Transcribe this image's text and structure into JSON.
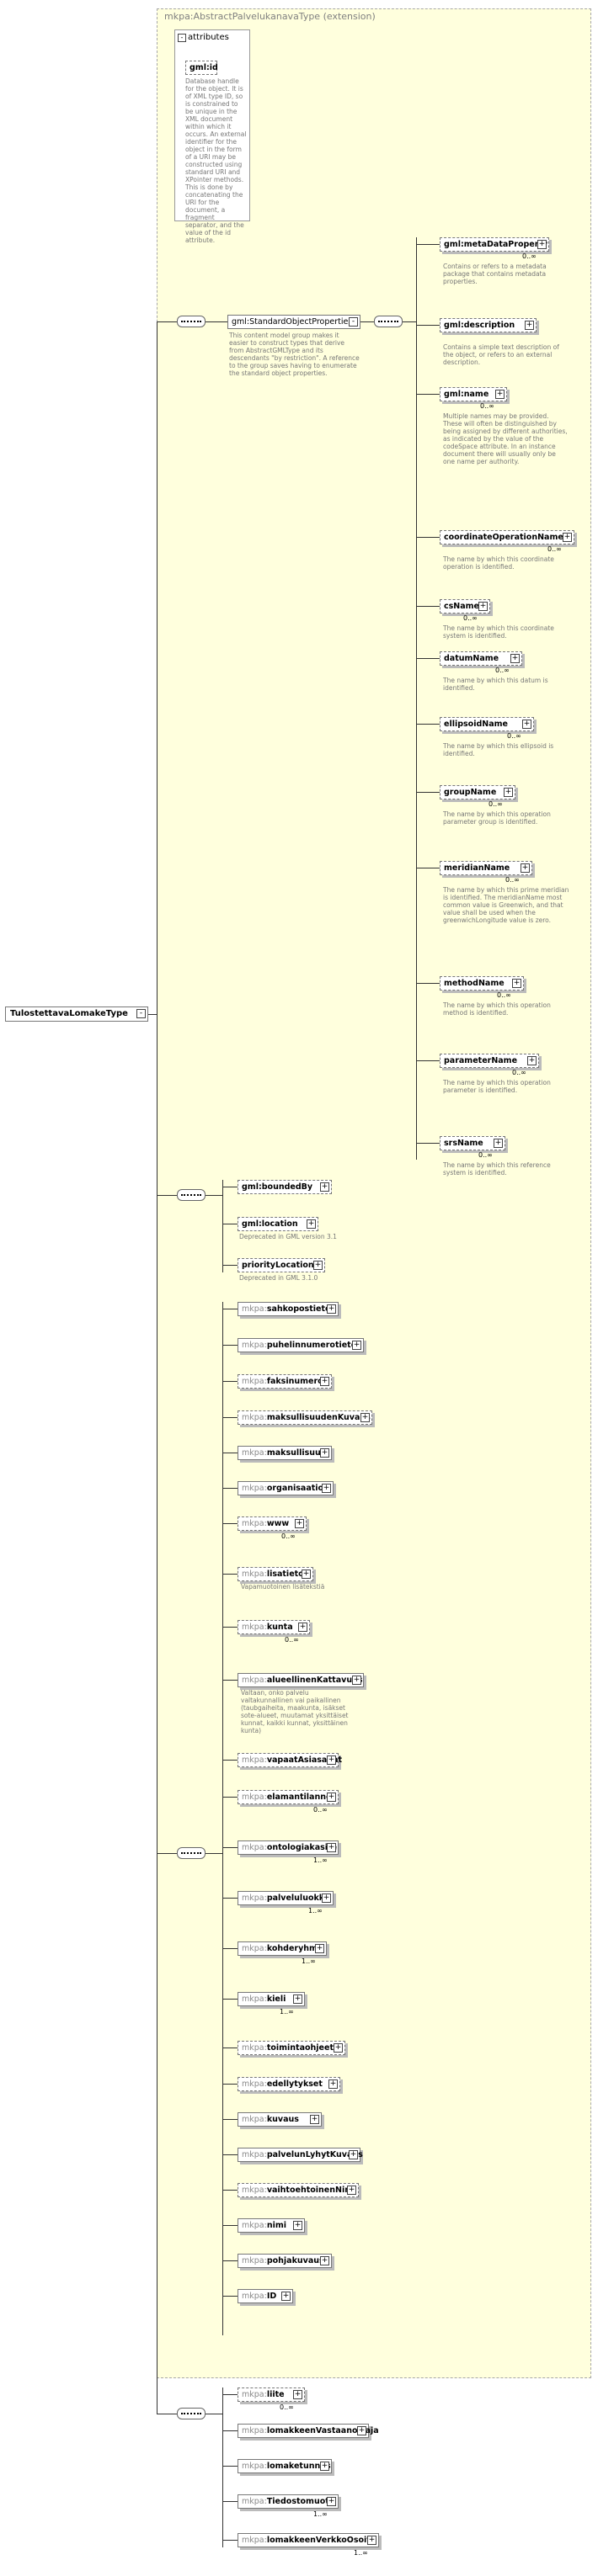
{
  "root": {
    "label": "TulostettavaLomakeType"
  },
  "frame": {
    "title": "mkpa:AbstractPalvelukanavaType (extension)"
  },
  "attributes": {
    "title": "attributes",
    "gml_id": {
      "label": "gml:id",
      "desc": "Database handle for the object. It is of XML type ID, so is constrained to be unique in the XML document within which it occurs. An external identifier for the object in the form of a URI may be constructed using standard URI and XPointer methods. This is done by concatenating the URI for the document, a fragment separator, and the value of the id attribute."
    }
  },
  "std": {
    "label": "gml:StandardObjectProperties",
    "desc": "This content model group makes it easier to construct types that derive from AbstractGMLType and its descendants \"by restriction\". A reference to the group saves having to enumerate the standard object properties."
  },
  "std_items": [
    {
      "label": "gml:metaDataProperty",
      "card": "0..∞",
      "desc": "Contains or refers to a metadata package that contains metadata properties."
    },
    {
      "label": "gml:description",
      "card": "",
      "desc": "Contains a simple text description of the object, or refers to an external description."
    },
    {
      "label": "gml:name",
      "card": "0..∞",
      "desc": "Multiple names may be provided. These will often be distinguished by being assigned by different authorities, as indicated by the value of the codeSpace attribute. In an instance document there will usually only be one name per authority."
    },
    {
      "label": "coordinateOperationName",
      "card": "0..∞",
      "desc": "The name by which this coordinate operation is identified."
    },
    {
      "label": "csName",
      "card": "0..∞",
      "desc": "The name by which this coordinate system is identified."
    },
    {
      "label": "datumName",
      "card": "0..∞",
      "desc": "The name by which this datum is identified."
    },
    {
      "label": "ellipsoidName",
      "card": "0..∞",
      "desc": "The name by which this ellipsoid is identified."
    },
    {
      "label": "groupName",
      "card": "0..∞",
      "desc": "The name by which this operation parameter group is identified."
    },
    {
      "label": "meridianName",
      "card": "0..∞",
      "desc": "The name by which this prime meridian is identified. The meridianName most common value is Greenwich, and that value shall be used when the greenwichLongitude value is zero."
    },
    {
      "label": "methodName",
      "card": "0..∞",
      "desc": "The name by which this operation method is identified."
    },
    {
      "label": "parameterName",
      "card": "0..∞",
      "desc": "The name by which this operation parameter is identified."
    },
    {
      "label": "srsName",
      "card": "0..∞",
      "desc": "The name by which this reference system is identified."
    }
  ],
  "bounded": [
    {
      "label": "gml:boundedBy",
      "desc": ""
    },
    {
      "label": "gml:location",
      "desc": "Deprecated in GML version 3.1"
    },
    {
      "label": "priorityLocation",
      "desc": "Deprecated in GML 3.1.0"
    }
  ],
  "mkpa": [
    {
      "ns": "mkpa:",
      "label": "sahkopostieto",
      "card": "",
      "desc": ""
    },
    {
      "ns": "mkpa:",
      "label": "puhelinnumerotieto",
      "card": "",
      "desc": ""
    },
    {
      "ns": "mkpa:",
      "label": "faksinumero",
      "card": "",
      "desc": ""
    },
    {
      "ns": "mkpa:",
      "label": "maksullisuudenKuvaus",
      "card": "",
      "desc": ""
    },
    {
      "ns": "mkpa:",
      "label": "maksullisuus",
      "card": "",
      "desc": ""
    },
    {
      "ns": "mkpa:",
      "label": "organisaatio",
      "card": "",
      "desc": ""
    },
    {
      "ns": "mkpa:",
      "label": "www",
      "card": "0..∞",
      "desc": ""
    },
    {
      "ns": "mkpa:",
      "label": "lisatieto",
      "card": "",
      "desc": "Vapamuotoinen lisätekstiä"
    },
    {
      "ns": "mkpa:",
      "label": "kunta",
      "card": "0..∞",
      "desc": ""
    },
    {
      "ns": "mkpa:",
      "label": "alueellinenKattavuus",
      "card": "",
      "desc": "Valtaan, onko palvelu valtakunnallinen vai paikallinen (taubgaiheita, maakunta, isäkset sote-alueet, muutamat yksittäiset kunnat, kaikki kunnat, yksittäinen kunta)"
    },
    {
      "ns": "mkpa:",
      "label": "vapaatAsiasanat",
      "card": "",
      "desc": ""
    },
    {
      "ns": "mkpa:",
      "label": "elamantilanne",
      "card": "0..∞",
      "desc": ""
    },
    {
      "ns": "mkpa:",
      "label": "ontologiakasite",
      "card": "1..∞",
      "desc": ""
    },
    {
      "ns": "mkpa:",
      "label": "palveluluokka",
      "card": "1..∞",
      "desc": ""
    },
    {
      "ns": "mkpa:",
      "label": "kohderyhma",
      "card": "1..∞",
      "desc": ""
    },
    {
      "ns": "mkpa:",
      "label": "kieli",
      "card": "1..∞",
      "desc": ""
    },
    {
      "ns": "mkpa:",
      "label": "toimintaohjeet",
      "card": "",
      "desc": ""
    },
    {
      "ns": "mkpa:",
      "label": "edellytykset",
      "card": "",
      "desc": ""
    },
    {
      "ns": "mkpa:",
      "label": "kuvaus",
      "card": "",
      "desc": ""
    },
    {
      "ns": "mkpa:",
      "label": "palvelunLyhytKuvaus",
      "card": "",
      "desc": ""
    },
    {
      "ns": "mkpa:",
      "label": "vaihtoehtoinenNimi",
      "card": "",
      "desc": ""
    },
    {
      "ns": "mkpa:",
      "label": "nimi",
      "card": "",
      "desc": ""
    },
    {
      "ns": "mkpa:",
      "label": "pohjakuvaus",
      "card": "",
      "desc": ""
    },
    {
      "ns": "mkpa:",
      "label": "ID",
      "card": "",
      "desc": ""
    }
  ],
  "lomake": [
    {
      "ns": "mkpa:",
      "label": "liite",
      "card": "0..∞"
    },
    {
      "ns": "mkpa:",
      "label": "lomakkeenVastaanottaja",
      "card": ""
    },
    {
      "ns": "mkpa:",
      "label": "lomaketunnus",
      "card": ""
    },
    {
      "ns": "mkpa:",
      "label": "Tiedostomuoto",
      "card": "1..∞"
    },
    {
      "ns": "mkpa:",
      "label": "lomakkeenVerkkoOsoite",
      "card": "1..∞"
    }
  ]
}
